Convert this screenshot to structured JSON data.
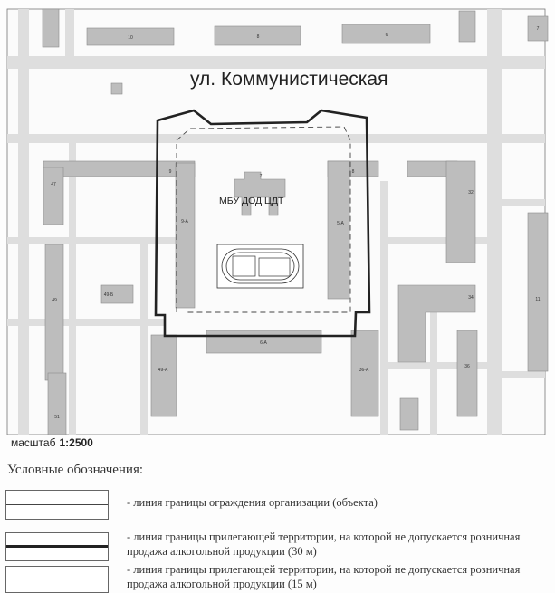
{
  "map": {
    "street_name": "ул. Коммунистическая",
    "object_label": "МБУ ДОД ЦДТ",
    "building_numbers": {
      "b10": "10",
      "b8top": "8",
      "b6": "6",
      "b7tr": "7",
      "b9": "9",
      "b8": "8",
      "b7": "7",
      "b47": "47",
      "b32": "32",
      "b9a": "9-А",
      "b5a": "5-А",
      "b49": "49",
      "b49b": "49-Б",
      "b34": "34",
      "b11": "11",
      "b6a": "6-А",
      "b49a": "49-А",
      "b36a": "36-А",
      "b36": "36",
      "b51": "51"
    }
  },
  "scale": {
    "label": "масштаб",
    "value": "1:2500"
  },
  "legend": {
    "title": "Условные обозначения:",
    "items": [
      {
        "text": "- линия границы ограждения организации (объекта)"
      },
      {
        "text": "- линия границы прилегающей территории, на которой не допускается розничная продажа алкогольной продукции (30 м)"
      },
      {
        "text": "- линия границы прилегающей территории, на которой не допускается розничная продажа алкогольной продукции (15 м)"
      }
    ]
  }
}
